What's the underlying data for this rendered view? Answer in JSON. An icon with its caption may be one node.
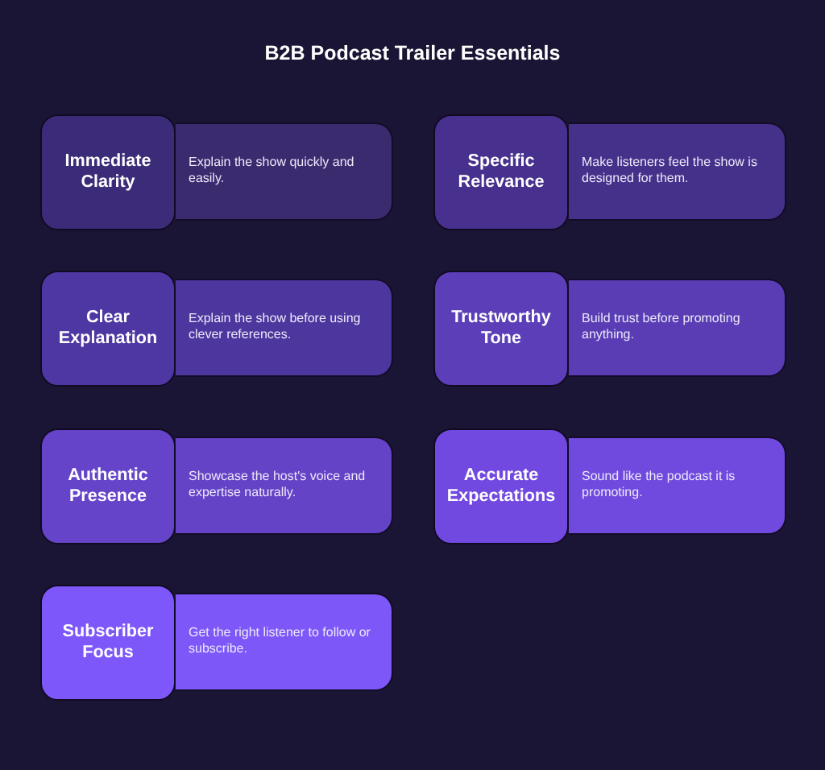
{
  "diagram": {
    "title": "B2B Podcast Trailer Essentials",
    "nodes": [
      {
        "text": [
          "Immediate Clarity"
        ]
      },
      {
        "text": [
          "Explain the show quickly and easily."
        ]
      },
      {
        "text": [
          "Specific Relevance"
        ]
      },
      {
        "text": [
          "Make listeners feel the show is designed for them."
        ]
      },
      {
        "text": [
          "Clear Explanation"
        ]
      },
      {
        "text": [
          "Explain the show before using clever references."
        ]
      },
      {
        "text": [
          "Trustworthy Tone"
        ]
      },
      {
        "text": [
          "Build trust before promoting anything."
        ]
      },
      {
        "text": [
          "Authentic Presence"
        ]
      },
      {
        "text": [
          "Showcase the host's voice and expertise naturally."
        ]
      },
      {
        "text": [
          "Accurate Expectations"
        ]
      },
      {
        "text": [
          "Sound like the podcast it is promoting."
        ]
      },
      {
        "text": [
          "Subscriber Focus"
        ]
      },
      {
        "text": [
          "Get the right listener to follow or subscribe."
        ]
      }
    ]
  }
}
